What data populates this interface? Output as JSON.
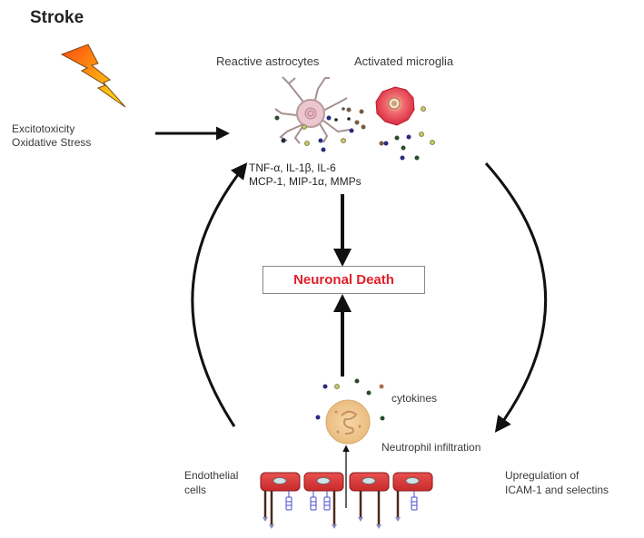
{
  "title": "Stroke",
  "triggers": [
    "Excitotoxicity",
    "Oxidative Stress"
  ],
  "cells": {
    "astrocytes": "Reactive astrocytes",
    "microglia": "Activated microglia",
    "endothelial": [
      "Endothelial",
      "cells"
    ]
  },
  "mediators": [
    "TNF-α, IL-1β, IL-6",
    "MCP-1, MIP-1α, MMPs"
  ],
  "outcome": "Neuronal Death",
  "cytokines_label": "cytokines",
  "neutrophil_label": "Neutrophil infiltration",
  "upregulation": [
    "Upregulation of",
    "ICAM-1 and selectins"
  ],
  "colors": {
    "outcome_text": "#e0202a",
    "endothelial": "#d9373a",
    "microglia": "#e0304a",
    "astrocyte": "#e9c9cf",
    "neutrophil": "#f2cf9a",
    "arrow": "#111111"
  }
}
